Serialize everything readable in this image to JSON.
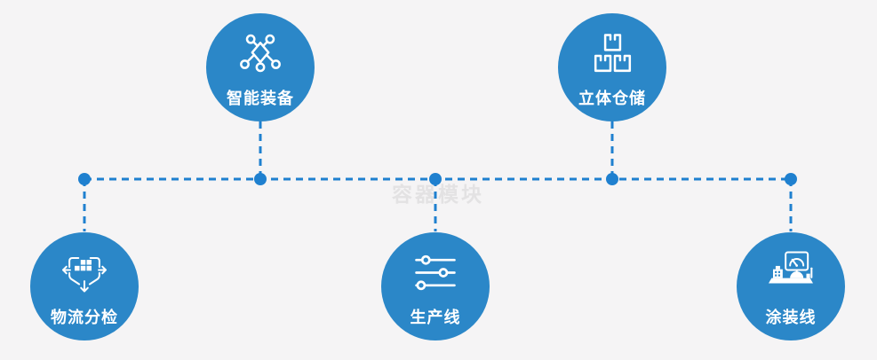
{
  "watermark": "容器模块",
  "colors": {
    "circle": "#2b87c8",
    "connector": "#1f80cf",
    "background": "#f5f4f5",
    "watermark": "#e3e2e3",
    "label": "#ffffff"
  },
  "nodes": [
    {
      "id": "intelligent-equipment",
      "label": "智能装备",
      "icon": "network-nodes-icon",
      "row": "top"
    },
    {
      "id": "stereo-warehouse",
      "label": "立体仓储",
      "icon": "stacked-boxes-icon",
      "row": "top"
    },
    {
      "id": "logistics-sorting",
      "label": "物流分检",
      "icon": "sorting-arrows-icon",
      "row": "bottom"
    },
    {
      "id": "production-line",
      "label": "生产线",
      "icon": "sliders-icon",
      "row": "bottom"
    },
    {
      "id": "coating-line",
      "label": "涂装线",
      "icon": "machine-monitor-icon",
      "row": "bottom"
    }
  ]
}
